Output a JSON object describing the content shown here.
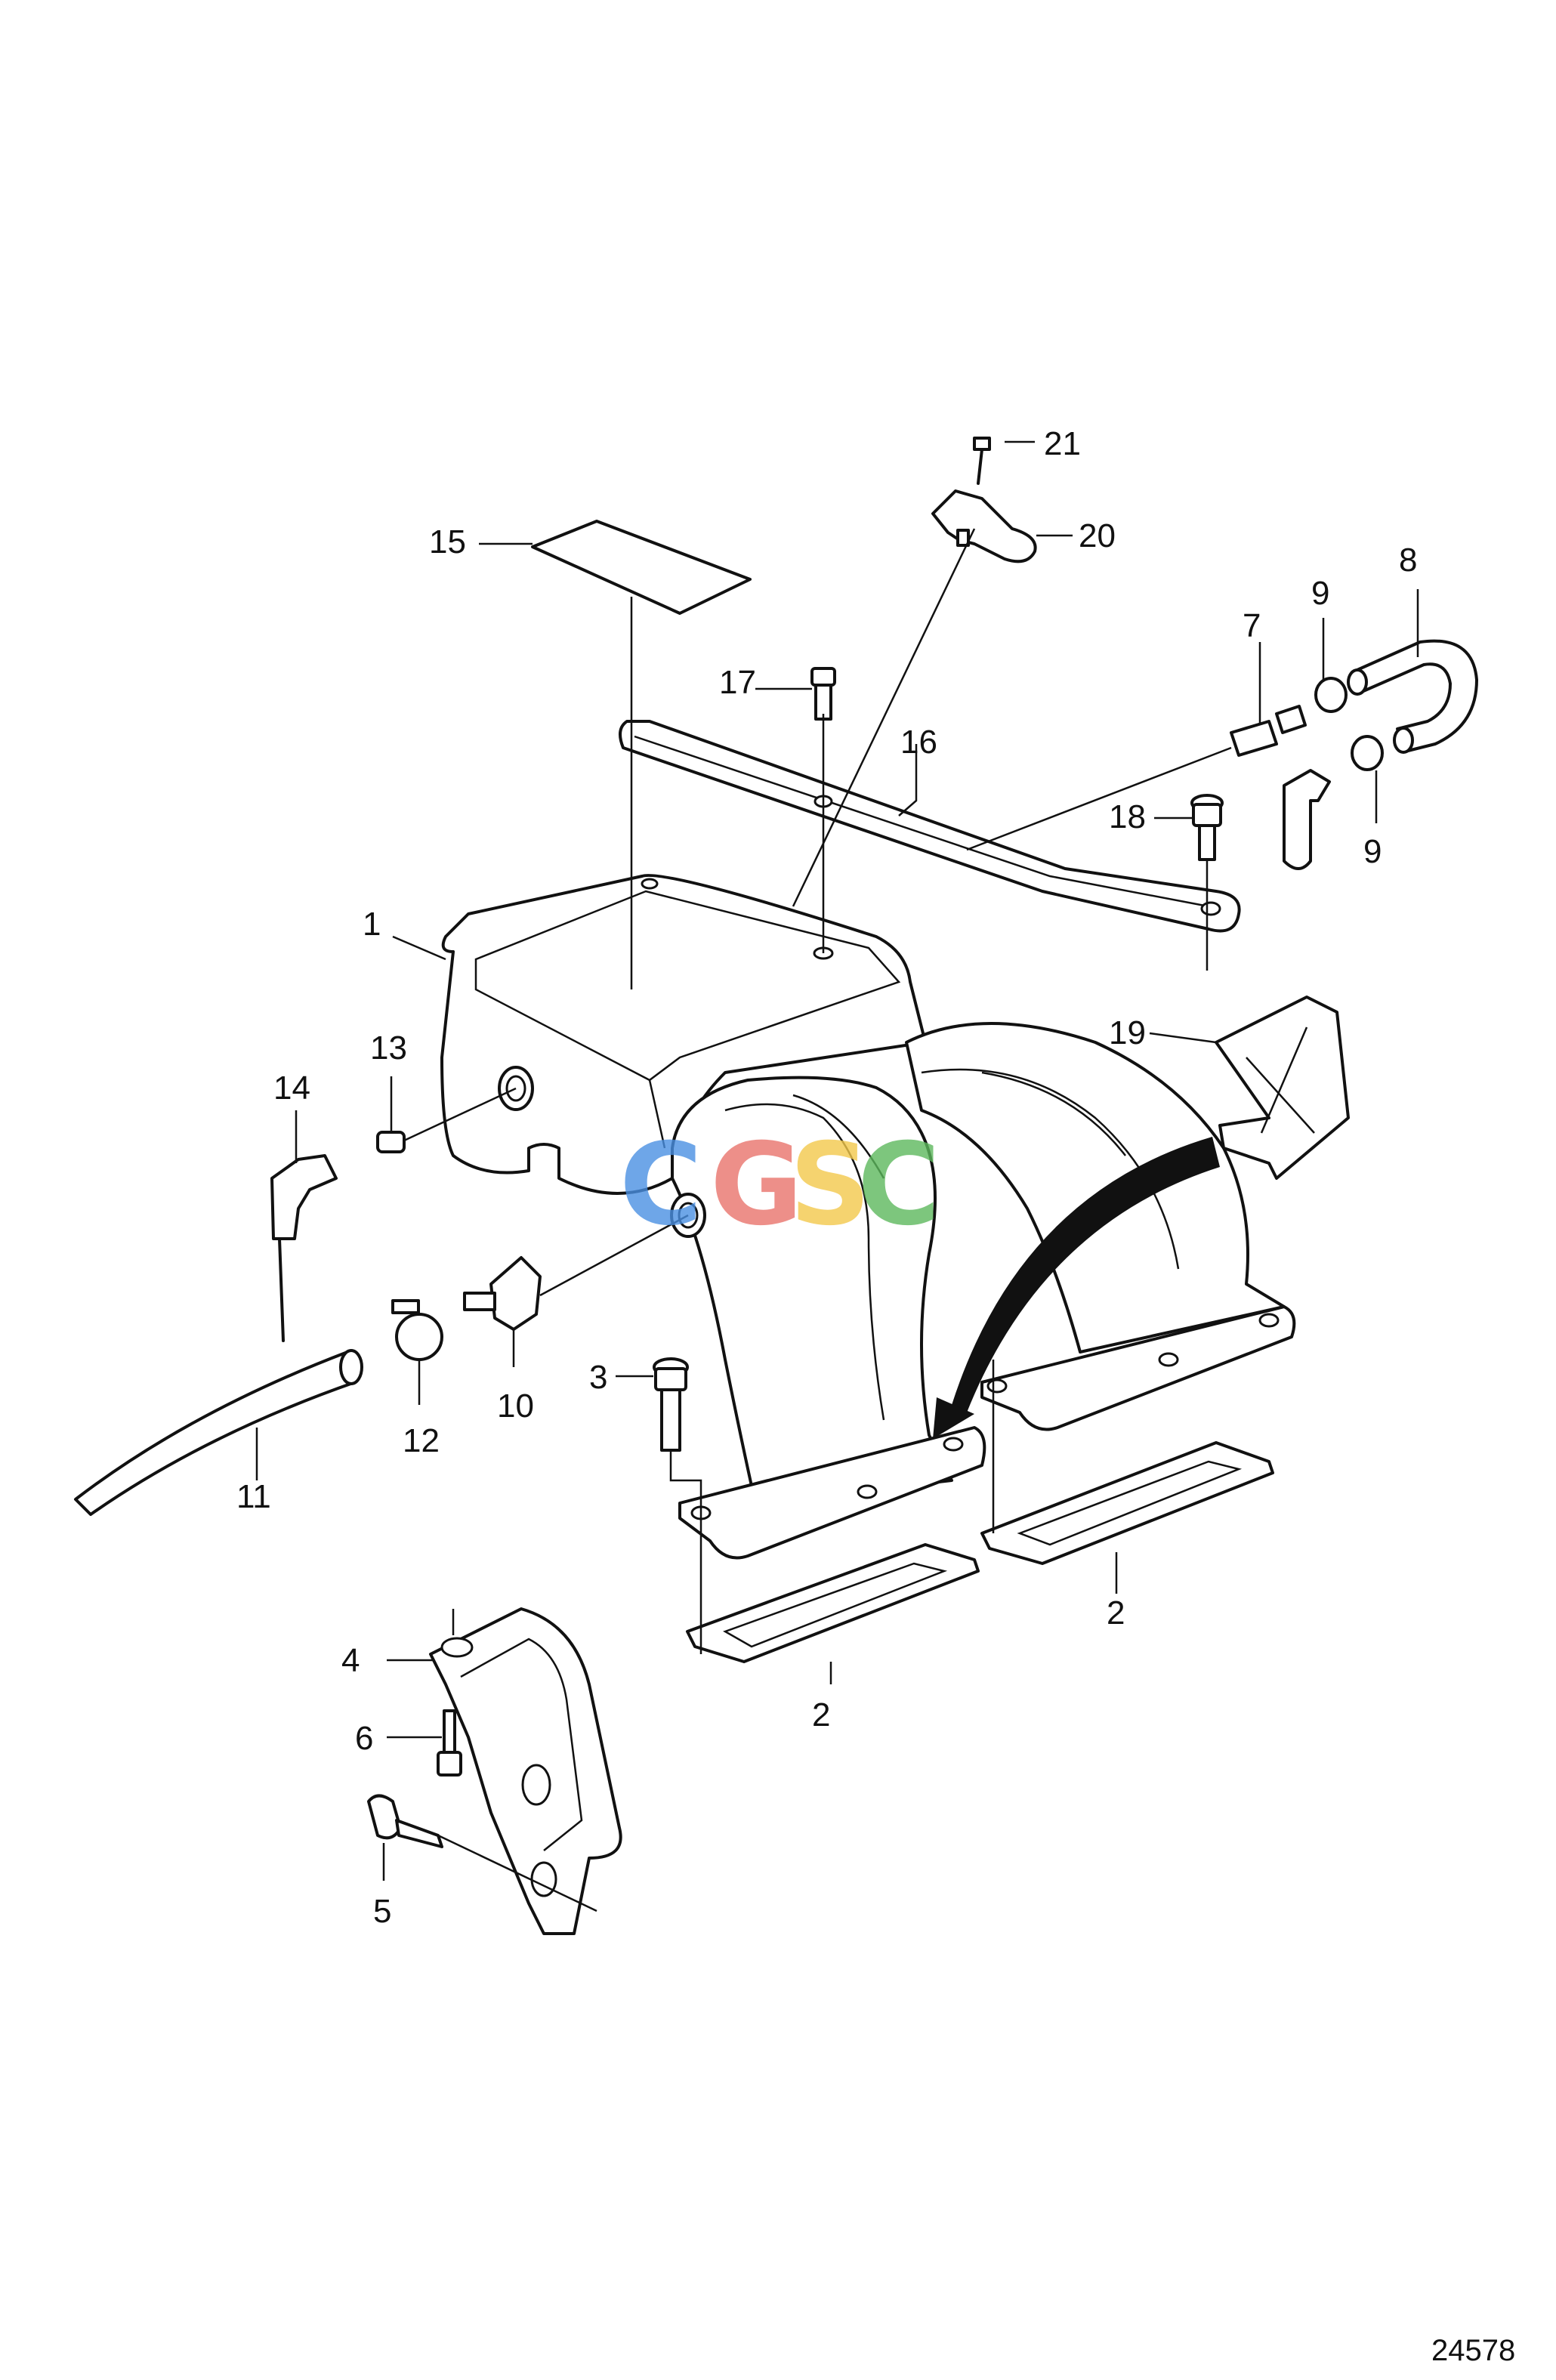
{
  "callouts": {
    "c1": "1",
    "c2a": "2",
    "c2b": "2",
    "c3": "3",
    "c4": "4",
    "c5": "5",
    "c6": "6",
    "c7": "7",
    "c8": "8",
    "c9a": "9",
    "c9b": "9",
    "c10": "10",
    "c11": "11",
    "c12": "12",
    "c13": "13",
    "c14": "14",
    "c15": "15",
    "c16": "16",
    "c17": "17",
    "c18": "18",
    "c19": "19",
    "c20": "20",
    "c21": "21"
  },
  "drawing_number": "24578",
  "watermark": {
    "letters": [
      "C",
      "G",
      "S",
      "C"
    ],
    "colors": [
      "#4a90e2",
      "#e8736b",
      "#f2c84b",
      "#5cb85c"
    ]
  }
}
